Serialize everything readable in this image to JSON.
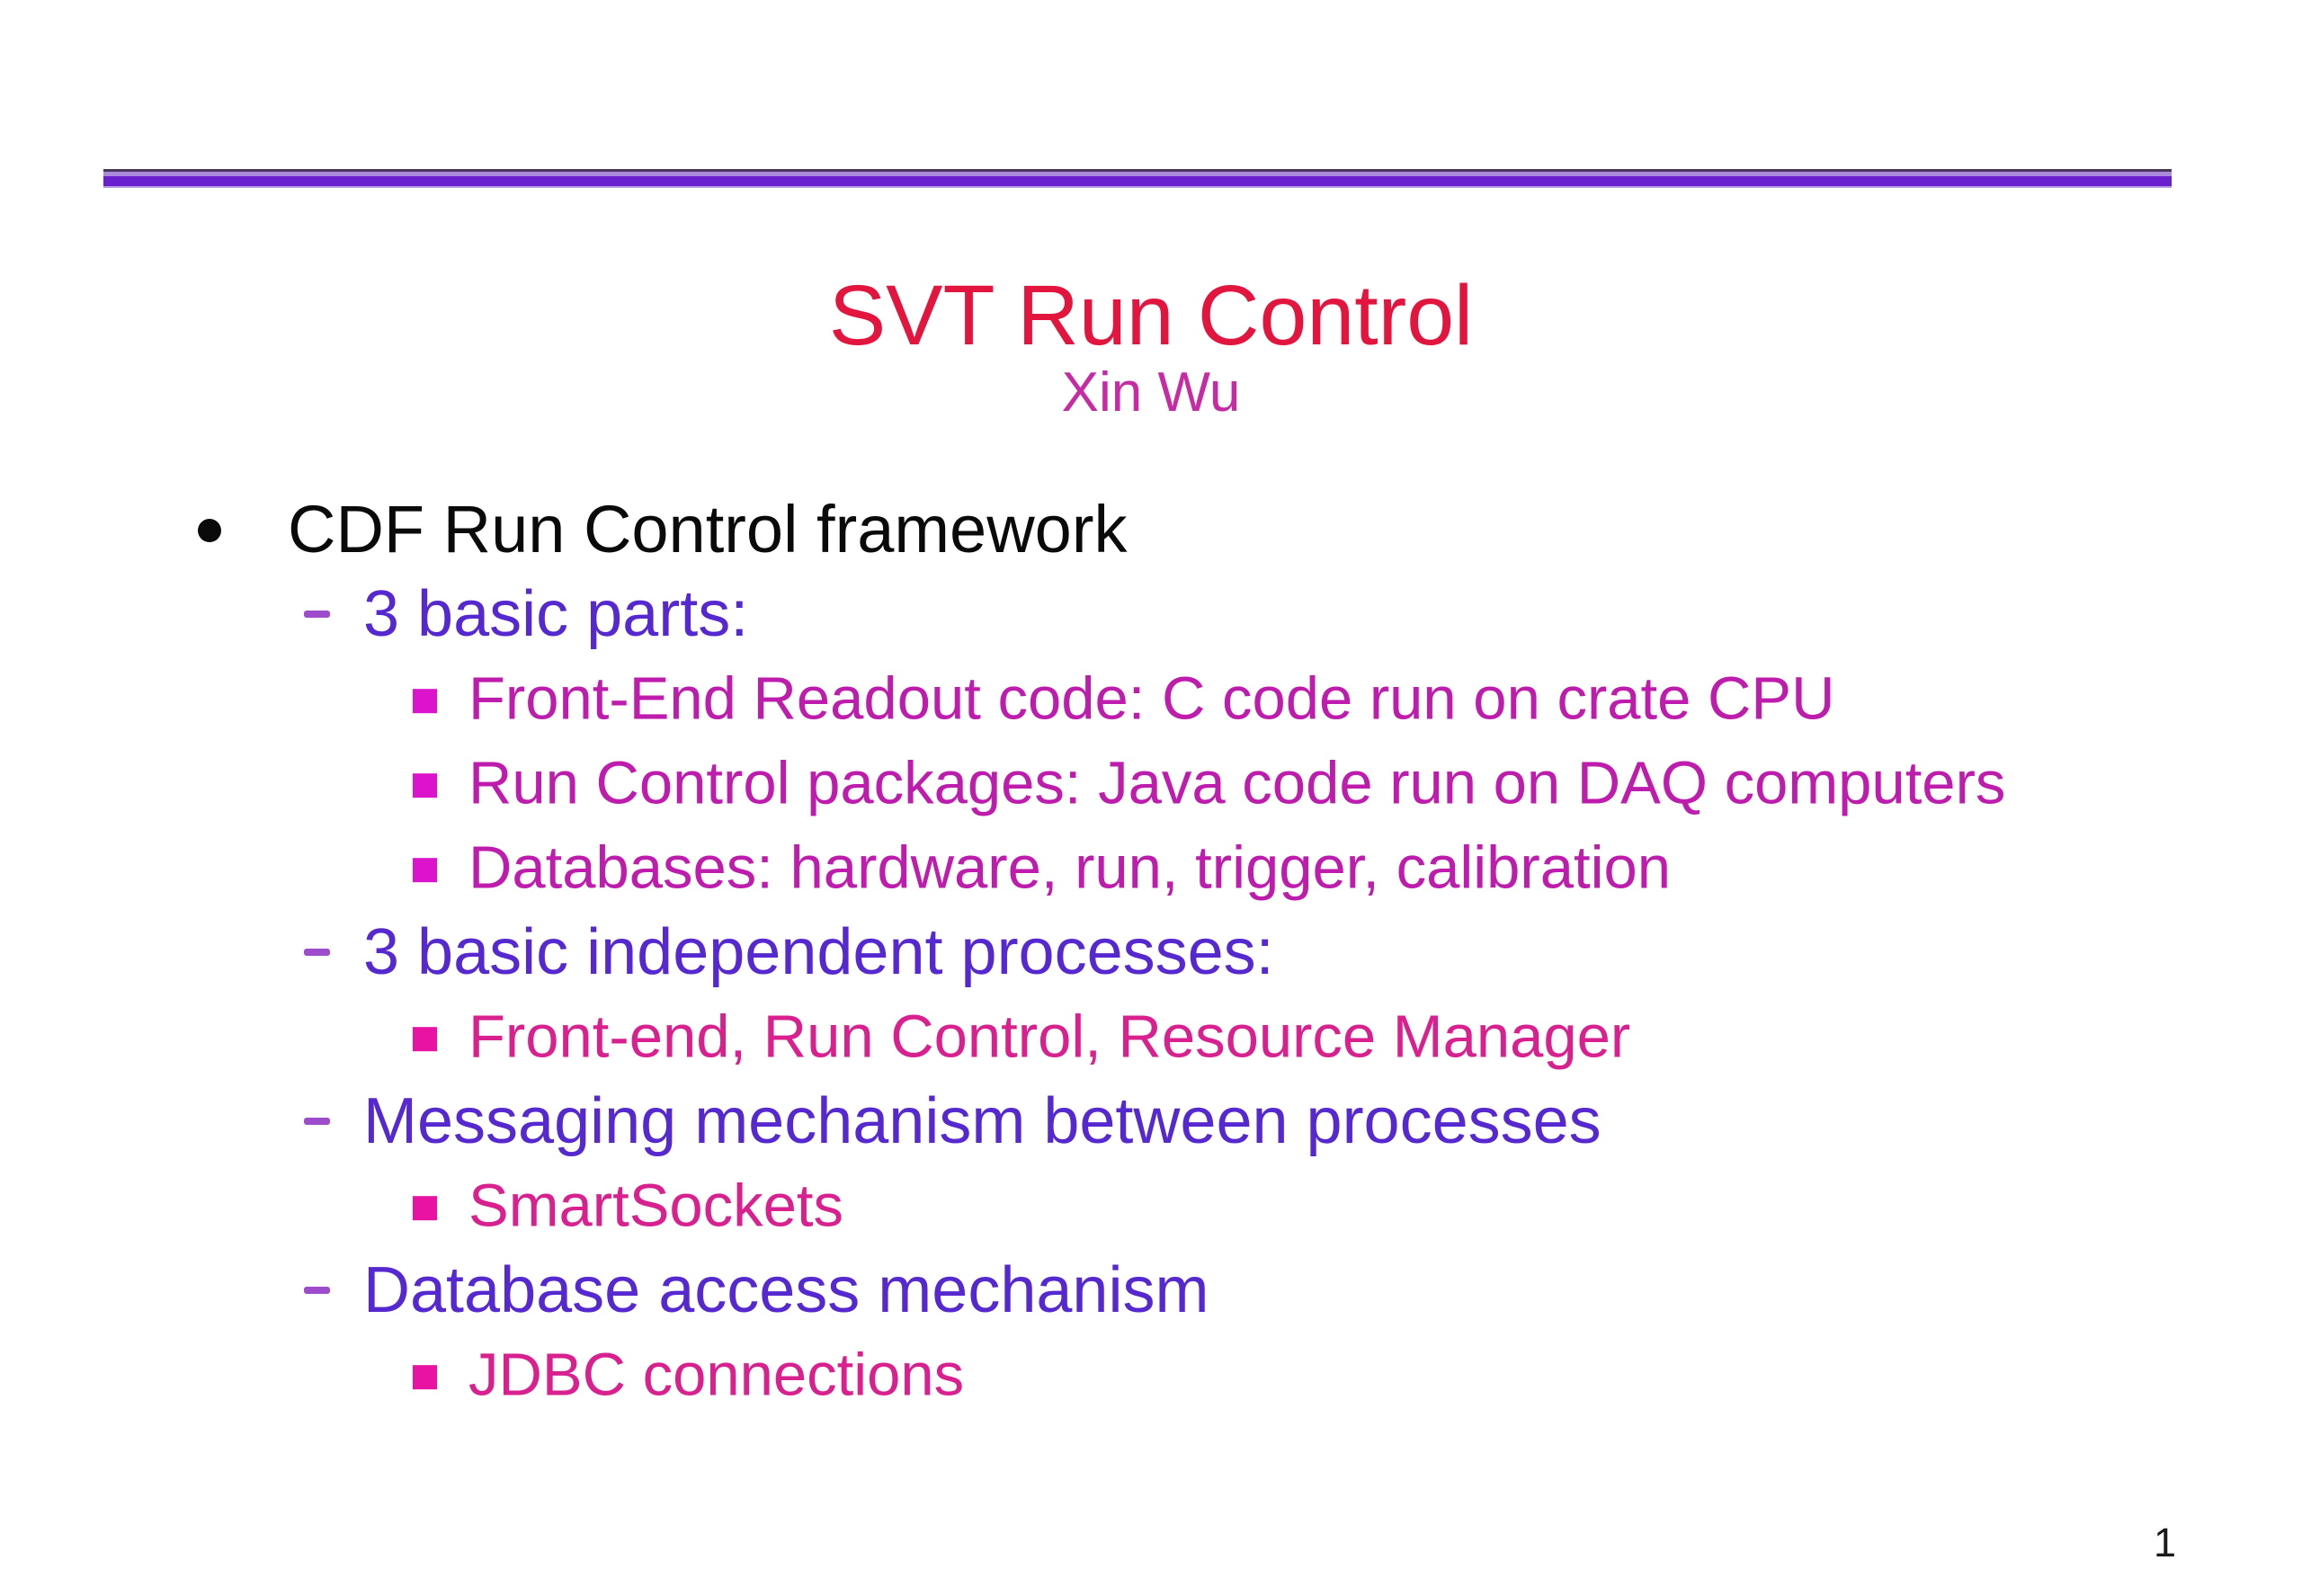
{
  "slide": {
    "title": "SVT Run Control",
    "author": "Xin Wu",
    "page_number": "1",
    "colors": {
      "title": "#e2153f",
      "author": "#c62ba4",
      "body_black": "#0a0a0a",
      "heading_violet": "#5529cf",
      "dash_purple": "#9d4ccb",
      "item_magenta": "#bd1cac",
      "item_pink": "#d8218f",
      "square_magenta": "#db13cb",
      "square_pink": "#e913a3",
      "rule_dark": "#4a3758",
      "rule_light": "#ab8ade",
      "rule_main": "#6a1fce",
      "page_number": "#1a1a1a",
      "background": "#ffffff"
    }
  },
  "content": {
    "items": [
      {
        "level": 1,
        "marker": "dot",
        "text": "CDF Run Control framework",
        "color": "#0a0a0a",
        "marker_color": "#0a0a0a"
      },
      {
        "level": 2,
        "marker": "dash",
        "text": "3 basic parts:",
        "color": "#5529cf",
        "marker_color": "#9d4ccb"
      },
      {
        "level": 3,
        "marker": "square",
        "text": "Front-End Readout code: C code run on crate CPU",
        "color": "#bd1cac",
        "marker_color": "#db13cb"
      },
      {
        "level": 3,
        "marker": "square",
        "text": "Run Control packages: Java code run on DAQ computers",
        "color": "#bd1cac",
        "marker_color": "#db13cb"
      },
      {
        "level": 3,
        "marker": "square",
        "text": "Databases: hardware, run, trigger, calibration",
        "color": "#bd1cac",
        "marker_color": "#db13cb"
      },
      {
        "level": 2,
        "marker": "dash",
        "text": "3 basic independent processes:",
        "color": "#5529cf",
        "marker_color": "#9d4ccb"
      },
      {
        "level": 3,
        "marker": "square",
        "text": "Front-end, Run Control, Resource Manager",
        "color": "#d8218f",
        "marker_color": "#e913a3"
      },
      {
        "level": 2,
        "marker": "dash",
        "text": "Messaging mechanism between processes",
        "color": "#5529cf",
        "marker_color": "#9d4ccb"
      },
      {
        "level": 3,
        "marker": "square",
        "text": "SmartSockets",
        "color": "#d8218f",
        "marker_color": "#e913a3"
      },
      {
        "level": 2,
        "marker": "dash",
        "text": "Database access mechanism",
        "color": "#5529cf",
        "marker_color": "#9d4ccb"
      },
      {
        "level": 3,
        "marker": "square",
        "text": "JDBC connections",
        "color": "#d8218f",
        "marker_color": "#e913a3"
      }
    ]
  }
}
